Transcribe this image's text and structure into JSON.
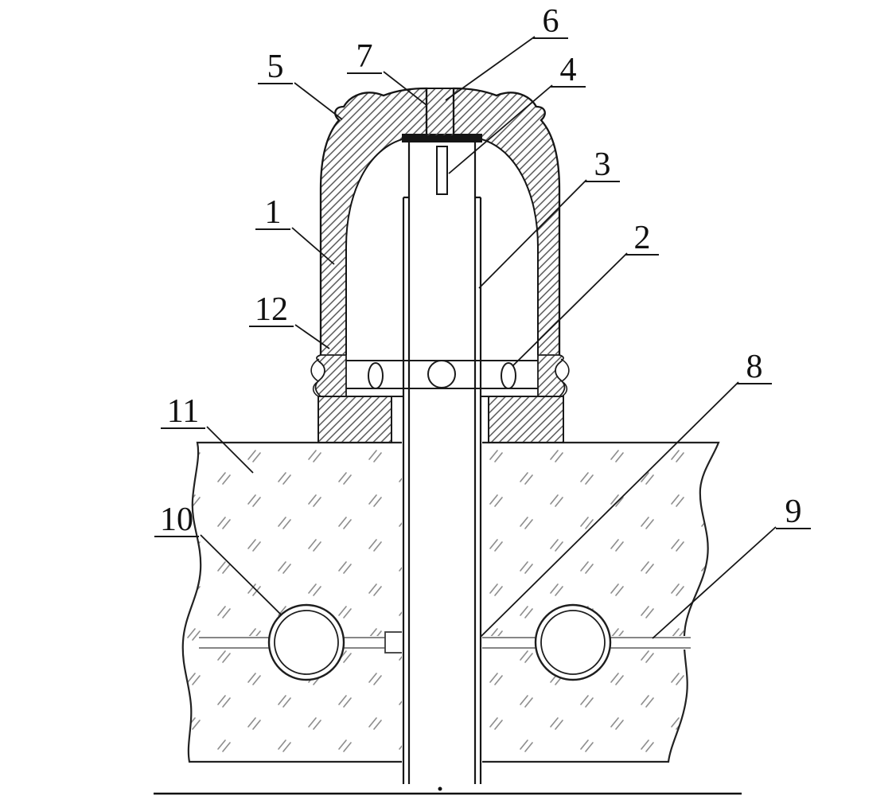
{
  "figure": {
    "type": "patent-cross-section-drawing",
    "background_color": "#ffffff",
    "line_color": "#1a1a1a",
    "hatch_color": "#4a4a4a",
    "soil_mark_color": "#8f8f8f",
    "channel_line_color": "#5f5f5f",
    "callouts": [
      {
        "label": "1"
      },
      {
        "label": "2"
      },
      {
        "label": "3"
      },
      {
        "label": "4"
      },
      {
        "label": "5"
      },
      {
        "label": "6"
      },
      {
        "label": "7"
      },
      {
        "label": "8"
      },
      {
        "label": "9"
      },
      {
        "label": "10"
      },
      {
        "label": "11"
      },
      {
        "label": "12"
      }
    ]
  }
}
